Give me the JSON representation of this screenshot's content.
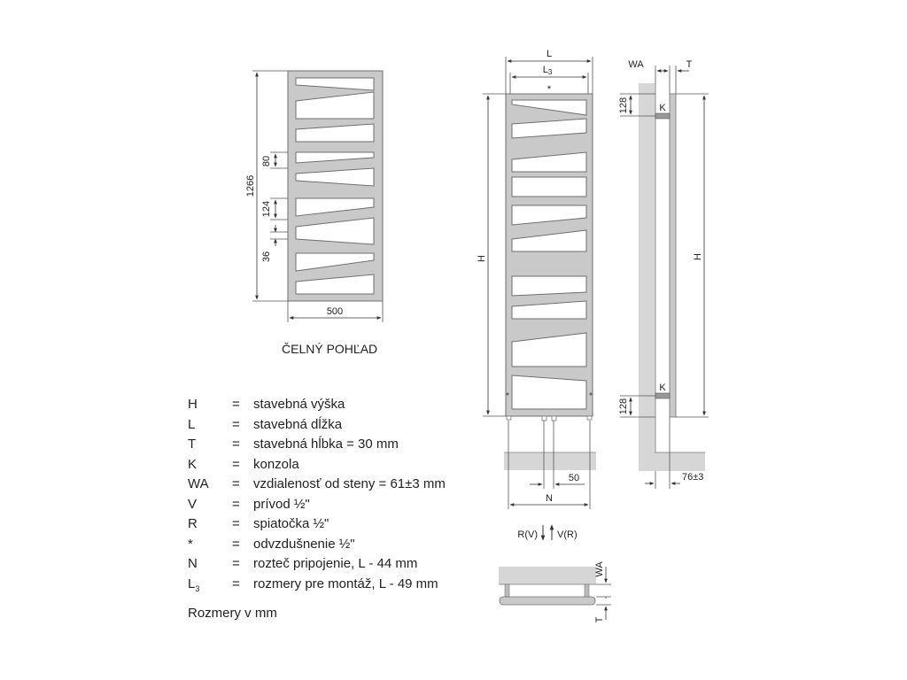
{
  "front_view": {
    "title": "ČELNÝ POHĽAD",
    "height_dim": "1266",
    "width_dim": "500",
    "gap_dims": [
      "80",
      "124",
      "36"
    ]
  },
  "middle_view": {
    "dim_L": "L",
    "dim_L3": "L",
    "dim_L3_sub": "3",
    "air_vent_mark": "*",
    "dim_H": "H",
    "dim_50": "50",
    "dim_N": "N",
    "flow_R": "R(V)",
    "flow_V": "V(R)"
  },
  "side_view": {
    "dim_WA": "WA",
    "dim_T": "T",
    "dim_128_top": "128",
    "dim_128_bottom": "128",
    "bracket_top": "K",
    "bracket_bottom": "K",
    "dim_H": "H",
    "dim_76": "76±3"
  },
  "bottom_view": {
    "dim_WA": "WA",
    "dim_T": "T"
  },
  "legend": [
    {
      "sym": "H",
      "sub": "",
      "eq": "=",
      "desc": "stavebná výška"
    },
    {
      "sym": "L",
      "sub": "",
      "eq": "=",
      "desc": "stavebná dĺžka"
    },
    {
      "sym": "T",
      "sub": "",
      "eq": "=",
      "desc": "stavebná hĺbka = 30 mm"
    },
    {
      "sym": "K",
      "sub": "",
      "eq": "=",
      "desc": "konzola"
    },
    {
      "sym": "WA",
      "sub": "",
      "eq": "=",
      "desc": "vzdialenosť od steny = 61±3 mm"
    },
    {
      "sym": "V",
      "sub": "",
      "eq": "=",
      "desc": "prívod ½\""
    },
    {
      "sym": "R",
      "sub": "",
      "eq": "=",
      "desc": "spiatočka ½\""
    },
    {
      "sym": "*",
      "sub": "",
      "eq": "=",
      "desc": "odvzdušnenie ½\""
    },
    {
      "sym": "N",
      "sub": "",
      "eq": "=",
      "desc": "rozteč pripojenie, L - 44 mm"
    },
    {
      "sym": "L",
      "sub": "3",
      "eq": "=",
      "desc": "rozmery pre montáž, L - 49 mm"
    }
  ],
  "units_note": "Rozmery v mm",
  "colors": {
    "frame_fill": "#c9c9c9",
    "frame_stroke": "#6f6f6f",
    "wall": "#d6d6d6",
    "line": "#333333"
  }
}
